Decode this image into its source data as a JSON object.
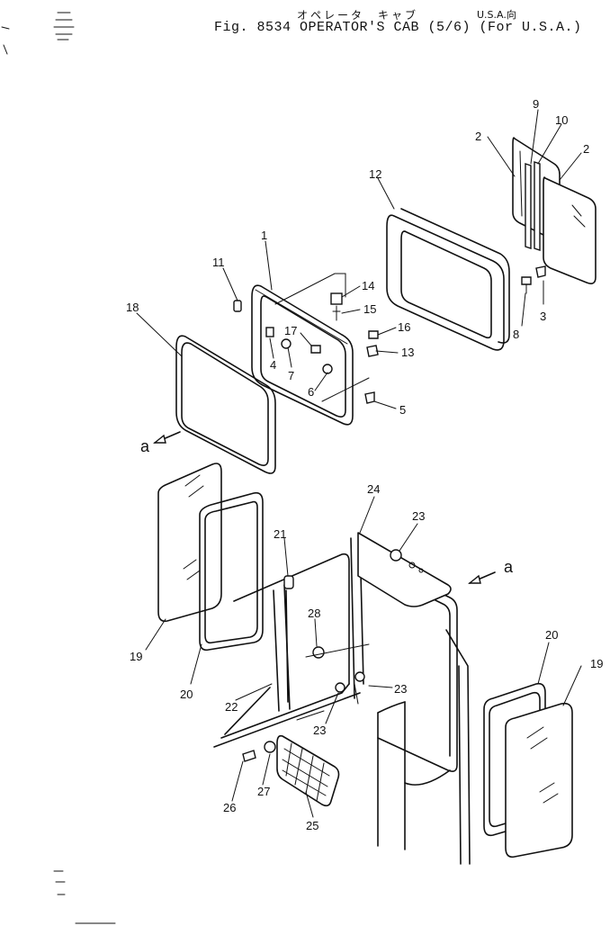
{
  "figure": {
    "jp_title": "オペレータ　キャブ",
    "usa_note": "U.S.A.向",
    "title": "Fig. 8534  OPERATOR'S CAB (5/6) (For U.S.A.)"
  },
  "callouts": [
    "1",
    "2",
    "2",
    "3",
    "4",
    "5",
    "6",
    "7",
    "8",
    "9",
    "10",
    "11",
    "12",
    "13",
    "14",
    "15",
    "16",
    "17",
    "18",
    "19",
    "19",
    "20",
    "20",
    "21",
    "22",
    "23",
    "23",
    "23",
    "24",
    "25",
    "26",
    "27",
    "28"
  ],
  "view_markers": [
    "a",
    "a"
  ]
}
